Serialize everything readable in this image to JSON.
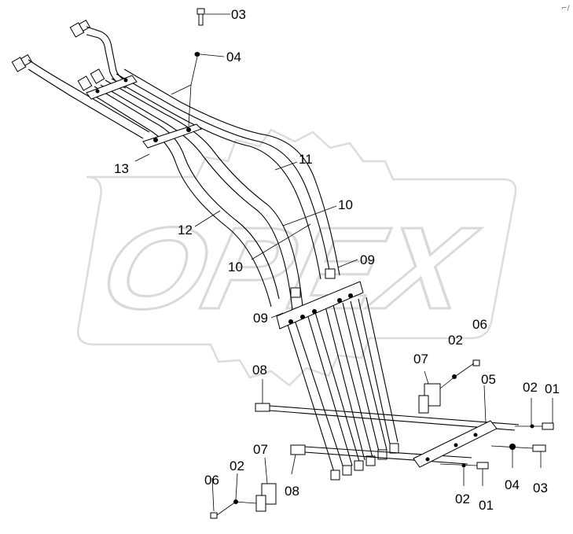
{
  "watermark": {
    "text": "OPEX"
  },
  "corner_mark": "⌐∕",
  "callouts": [
    {
      "id": "c03a",
      "text": "03"
    },
    {
      "id": "c04a",
      "text": "04"
    },
    {
      "id": "c13",
      "text": "13"
    },
    {
      "id": "c11",
      "text": "11"
    },
    {
      "id": "c10a",
      "text": "10"
    },
    {
      "id": "c12",
      "text": "12"
    },
    {
      "id": "c10b",
      "text": "10"
    },
    {
      "id": "c09a",
      "text": "09"
    },
    {
      "id": "c09b",
      "text": "09"
    },
    {
      "id": "c06a",
      "text": "06"
    },
    {
      "id": "c02a",
      "text": "02"
    },
    {
      "id": "c07a",
      "text": "07"
    },
    {
      "id": "c08a",
      "text": "08"
    },
    {
      "id": "c05",
      "text": "05"
    },
    {
      "id": "c02b",
      "text": "02"
    },
    {
      "id": "c01a",
      "text": "01"
    },
    {
      "id": "c07b",
      "text": "07"
    },
    {
      "id": "c06b",
      "text": "06"
    },
    {
      "id": "c02c",
      "text": "02"
    },
    {
      "id": "c08b",
      "text": "08"
    },
    {
      "id": "c04b",
      "text": "04"
    },
    {
      "id": "c03b",
      "text": "03"
    },
    {
      "id": "c02d",
      "text": "02"
    },
    {
      "id": "c01b",
      "text": "01"
    }
  ]
}
